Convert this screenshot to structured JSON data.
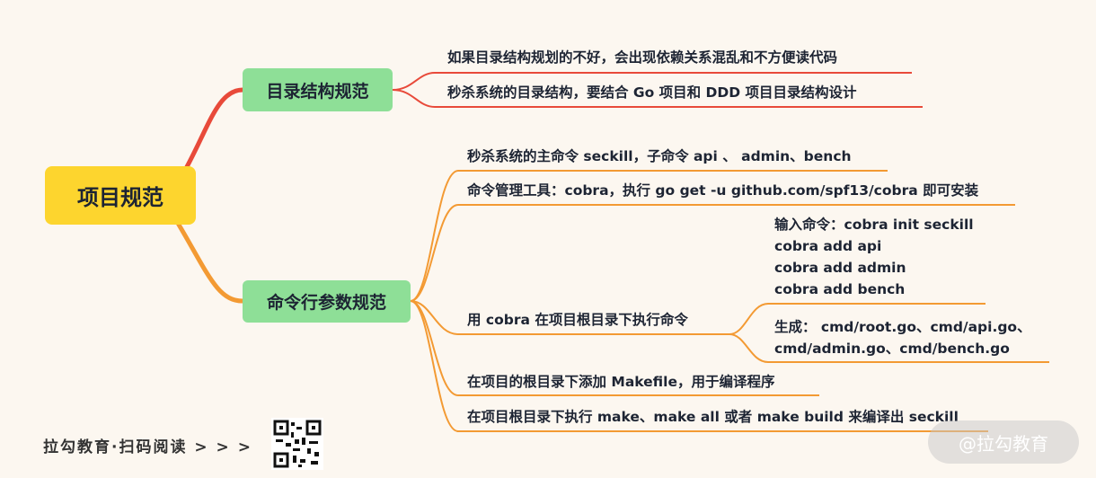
{
  "root": {
    "label": "项目规范"
  },
  "branches": [
    {
      "label": "目录结构规范",
      "color": "#e84a3a",
      "children": [
        {
          "label": "如果目录结构规划的不好，会出现依赖关系混乱和不方便读代码"
        },
        {
          "label": "秒杀系统的目录结构，要结合 Go 项目和 DDD 项目目录结构设计"
        }
      ]
    },
    {
      "label": "命令行参数规范",
      "color": "#f39a33",
      "children": [
        {
          "label": "秒杀系统的主命令 seckill，子命令 api 、 admin、bench"
        },
        {
          "label": "命令管理工具：cobra，执行 go get -u github.com/spf13/cobra 即可安装"
        },
        {
          "label": "用 cobra 在项目根目录下执行命令",
          "children": [
            {
              "lines": [
                "输入命令：cobra init seckill",
                "cobra add api",
                "cobra add admin",
                "cobra add bench"
              ]
            },
            {
              "lines": [
                "生成： cmd/root.go、cmd/api.go、",
                "cmd/admin.go、cmd/bench.go"
              ]
            }
          ]
        },
        {
          "label": "在项目的根目录下添加 Makefile，用于编译程序"
        },
        {
          "label": "在项目根目录下执行 make、make all 或者 make build 来编译出 seckill"
        }
      ]
    }
  ],
  "footer": {
    "text": "拉勾教育·扫码阅读 > > >",
    "qr_icon": "qr-code-icon"
  },
  "watermark": "@拉勾教育"
}
